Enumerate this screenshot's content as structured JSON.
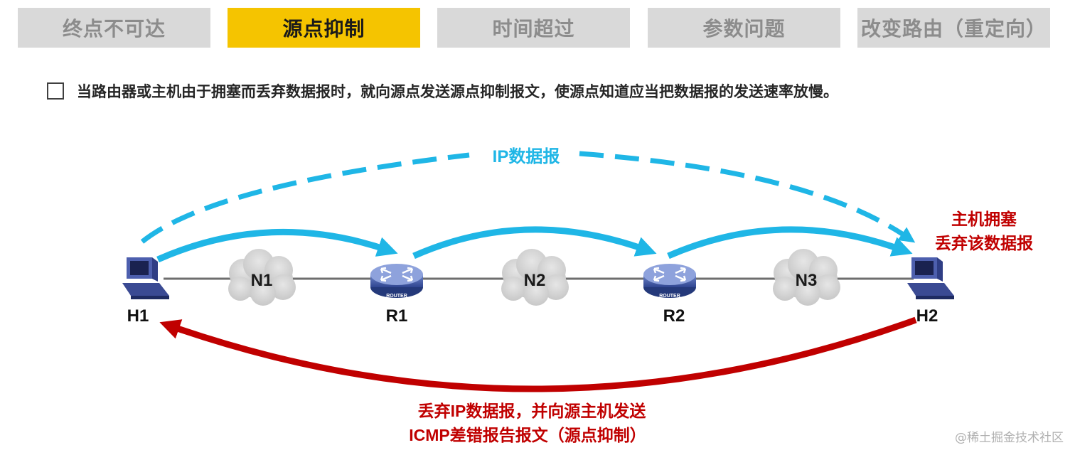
{
  "tabs": [
    {
      "label": "终点不可达",
      "active": false
    },
    {
      "label": "源点抑制",
      "active": true
    },
    {
      "label": "时间超过",
      "active": false
    },
    {
      "label": "参数问题",
      "active": false
    },
    {
      "label": "改变路由（重定向）",
      "active": false
    }
  ],
  "bullet": {
    "text": "当路由器或主机由于拥塞而丢弃数据报时，就向源点发送源点抑制报文，使源点知道应当把数据报的发送速率放慢。"
  },
  "diagram": {
    "nodes": {
      "h1": "H1",
      "r1": "R1",
      "r2": "R2",
      "h2": "H2"
    },
    "router_tag": "ROUTER",
    "networks": {
      "n1": "N1",
      "n2": "N2",
      "n3": "N3"
    },
    "ip_datagram_label": "IP数据报",
    "congestion_label": {
      "line1": "主机拥塞",
      "line2": "丢弃该数据报"
    },
    "icmp_label": {
      "line1": "丢弃IP数据报，并向源主机发送",
      "line2": "ICMP差错报告报文（源点抑制）"
    }
  },
  "colors": {
    "active_tab": "#f5c400",
    "inactive_tab": "#d9d9d9",
    "flow_blue": "#1fb6e6",
    "error_red": "#c00000"
  },
  "icons": [
    "checkbox-icon",
    "computer-icon",
    "router-icon",
    "cloud-icon",
    "arrow-icon"
  ],
  "watermark": "@稀土掘金技术社区"
}
